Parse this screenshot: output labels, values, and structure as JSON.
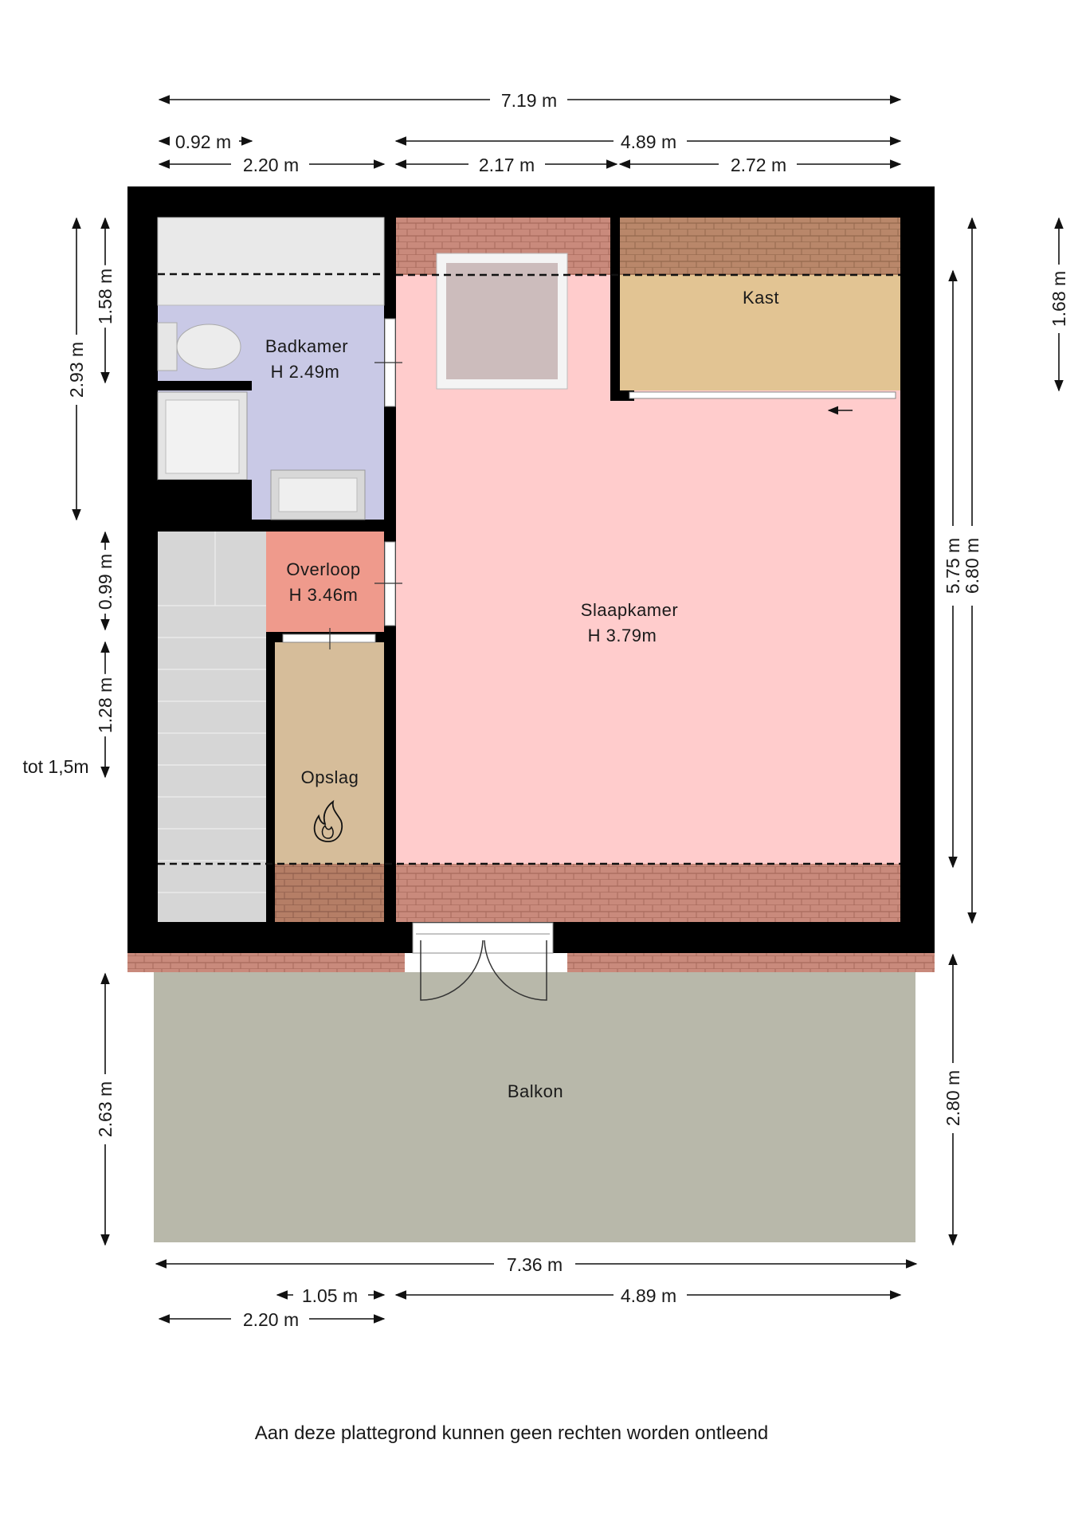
{
  "rooms": {
    "badkamer": {
      "name": "Badkamer",
      "height": "H 2.49m"
    },
    "kast": {
      "name": "Kast"
    },
    "overloop": {
      "name": "Overloop",
      "height": "H 3.46m"
    },
    "slaapkamer": {
      "name": "Slaapkamer",
      "height": "H 3.79m"
    },
    "opslag": {
      "name": "Opslag"
    },
    "balkon": {
      "name": "Balkon"
    }
  },
  "dimensions": {
    "top_total": "7.19 m",
    "top_left_small": "0.92 m",
    "top_left": "2.20 m",
    "top_right_total": "4.89 m",
    "top_mid": "2.17 m",
    "top_right": "2.72 m",
    "left_outer": "2.93 m",
    "left_inner_top": "1.58 m",
    "left_inner_mid": "0.99 m",
    "left_inner_low": "1.28 m",
    "left_note": "tot 1,5m",
    "right_outer": "6.80 m",
    "right_inner": "5.75 m",
    "right_far": "1.68 m",
    "balcony_left": "2.63 m",
    "balcony_right": "2.80 m",
    "bottom_total": "7.36 m",
    "bottom_small": "1.05 m",
    "bottom_right": "4.89 m",
    "bottom_left": "2.20 m"
  },
  "disclaimer": "Aan deze plattegrond kunnen geen rechten worden ontleend",
  "colors": {
    "wall": "#000000",
    "badkamer": "#c9c9e6",
    "slaapkamer": "#ffcccc",
    "overloop": "#ef9a8c",
    "kast": "#e2c493",
    "opslag": "#d6bd9a",
    "balkon": "#b8b8aa",
    "roof_tiles": "#c98a7c",
    "stairs": "#d9d9d9"
  }
}
